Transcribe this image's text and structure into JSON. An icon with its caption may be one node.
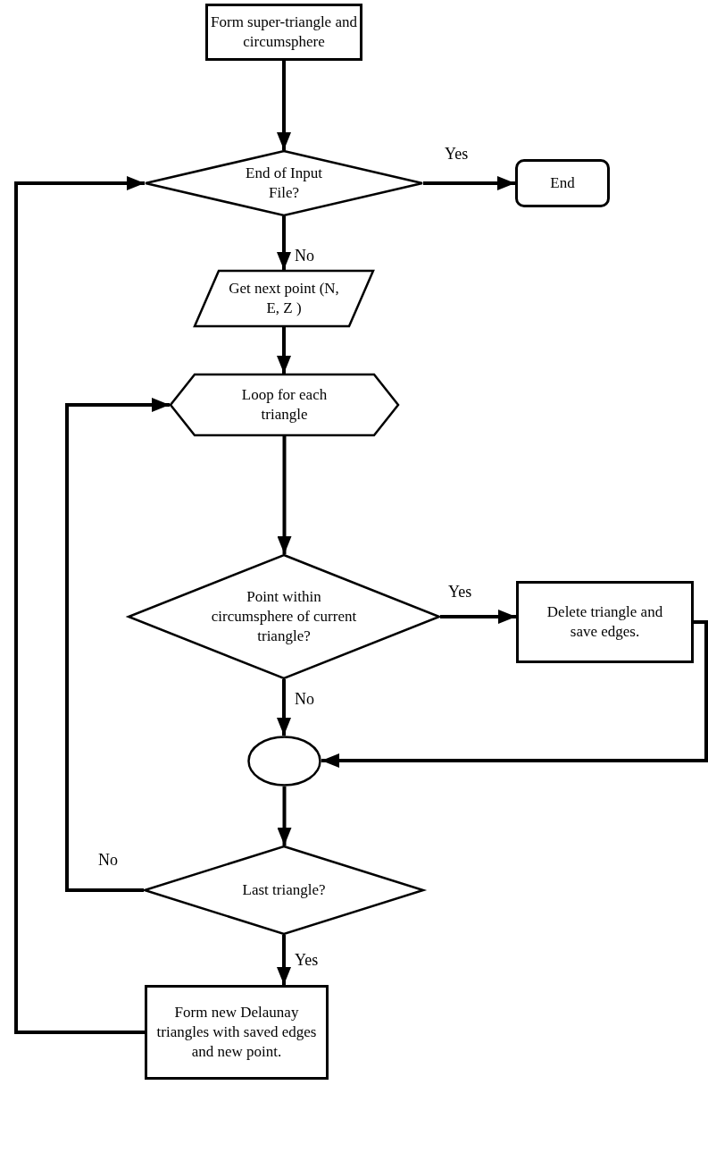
{
  "diagram": {
    "nodes": [
      {
        "text": [
          "Form super-triangle and circumsphere"
        ]
      },
      {
        "text": [
          "End of Input File?"
        ]
      },
      {
        "text": [
          "End"
        ]
      },
      {
        "text": [
          "Get next point (N, E, Z )"
        ]
      },
      {
        "text": [
          "Loop for each triangle"
        ]
      },
      {
        "text": [
          "Point within circumsphere of current triangle?"
        ]
      },
      {
        "text": [
          "Delete triangle and save edges."
        ]
      },
      {
        "text": [],
        "shape": "circle"
      },
      {
        "text": [
          "Last triangle?"
        ]
      },
      {
        "text": [
          "Form new Delaunay triangles with saved edges and new point."
        ]
      }
    ],
    "edges": [
      {
        "from": 0,
        "to": 1,
        "arrow": "to"
      },
      {
        "from": 1,
        "to": 2,
        "arrow": "to",
        "label": "Yes"
      },
      {
        "from": 1,
        "to": 3,
        "arrow": "to",
        "label": "No"
      },
      {
        "from": 3,
        "to": 4,
        "arrow": "to"
      },
      {
        "from": 4,
        "to": 5,
        "arrow": "to"
      },
      {
        "from": 5,
        "to": 6,
        "arrow": "to",
        "label": "Yes"
      },
      {
        "from": 5,
        "to": 7,
        "arrow": "to",
        "label": "No"
      },
      {
        "from": 6,
        "to": 7,
        "arrow": "to"
      },
      {
        "from": 7,
        "to": 8,
        "arrow": "to"
      },
      {
        "from": 8,
        "to": 4,
        "arrow": "to",
        "label": "No"
      },
      {
        "from": 8,
        "to": 9,
        "arrow": "to",
        "label": "Yes"
      },
      {
        "from": 9,
        "to": 1,
        "arrow": "to"
      }
    ]
  }
}
